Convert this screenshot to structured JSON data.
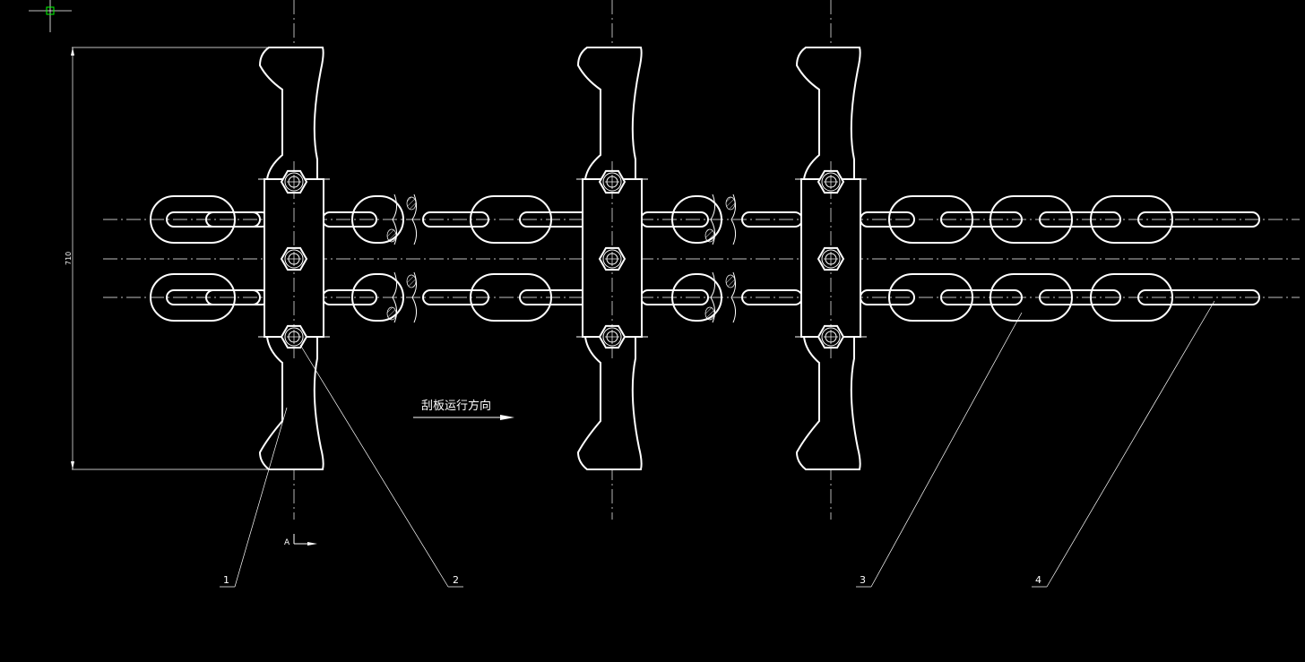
{
  "drawing": {
    "direction_label": "刮板运行方向",
    "dimension_text": "710",
    "section_label": "A",
    "part_labels": [
      "1",
      "2",
      "3",
      "4"
    ]
  },
  "colors": {
    "background": "#000000",
    "lines": "#ffffff",
    "cursor": "#00ff00"
  },
  "icons": {
    "crosshair": "crosshair-cursor-icon"
  }
}
